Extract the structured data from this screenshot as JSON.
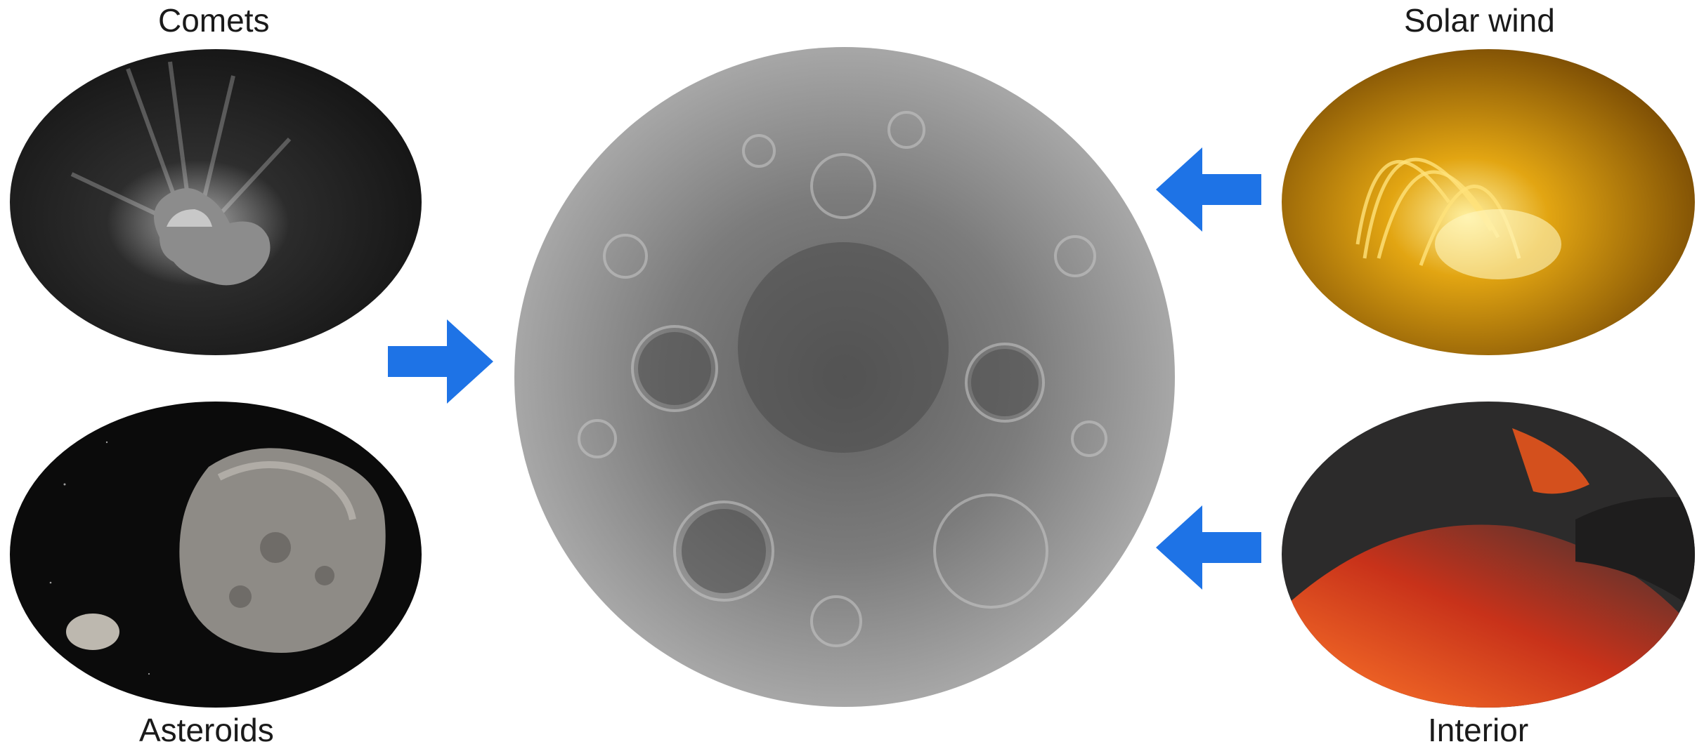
{
  "labels": {
    "comets": "Comets",
    "asteroids": "Asteroids",
    "solar_wind": "Solar wind",
    "interior": "Interior"
  },
  "colors": {
    "arrow": "#1e73e6",
    "moon": "#8a8a8a",
    "comet_bg": "#1c1c1c",
    "asteroid_bg": "#0d0d0d",
    "sun": "#d89a10",
    "lava": "#e0541a"
  }
}
